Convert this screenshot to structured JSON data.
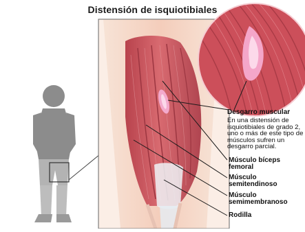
{
  "title": "Distensión de isquiotibiales",
  "callout_heading": "Desgarro muscular",
  "callout_description": "En una distensión de isquiotibiales de grado 2, uno o más de este tipo de músculos sufren un desgarro parcial.",
  "labels": {
    "biceps": "Músculo bíceps femoral",
    "semitendinoso": "Músculo semitendinoso",
    "semimembranoso": "Músculo semimembranoso",
    "rodilla": "Rodilla"
  },
  "colors": {
    "muscle": "#c8545c",
    "muscle_dark": "#a23944",
    "skin": "#f6d2c4",
    "tear": "#f5b7d4",
    "silhouette": "#8a8a8a",
    "bone": "#eef2f6"
  }
}
